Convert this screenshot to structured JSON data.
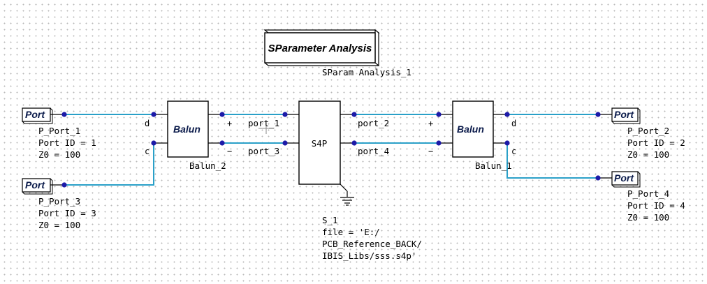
{
  "analysis": {
    "title": "SParameter Analysis",
    "instance": "SParam Analysis_1"
  },
  "ports": [
    {
      "box": "Port",
      "name": "P_Port_1",
      "id": "Port ID = 1",
      "z0": "Z0 = 100"
    },
    {
      "box": "Port",
      "name": "P_Port_3",
      "id": "Port ID = 3",
      "z0": "Z0 = 100"
    },
    {
      "box": "Port",
      "name": "P_Port_2",
      "id": "Port ID = 2",
      "z0": "Z0 = 100"
    },
    {
      "box": "Port",
      "name": "P_Port_4",
      "id": "Port ID = 4",
      "z0": "Z0 = 100"
    }
  ],
  "baluns": [
    {
      "label": "Balun",
      "name": "Balun_2",
      "pin_d": "d",
      "pin_c": "c",
      "pin_plus": "+",
      "pin_minus": "−"
    },
    {
      "label": "Balun",
      "name": "Balun_1",
      "pin_d": "d",
      "pin_c": "c",
      "pin_plus": "+",
      "pin_minus": "−"
    }
  ],
  "s4p": {
    "label": "S4P",
    "name": "S_1",
    "file_lines": [
      "file = 'E:/",
      "PCB_Reference_BACK/",
      "IBIS_Libs/sss.s4p'"
    ],
    "pins": [
      "port_1",
      "port_3",
      "port_2",
      "port_4"
    ]
  },
  "colors": {
    "wire": "#2aa0c8",
    "node": "#1d1aa8",
    "outline": "#000000"
  }
}
